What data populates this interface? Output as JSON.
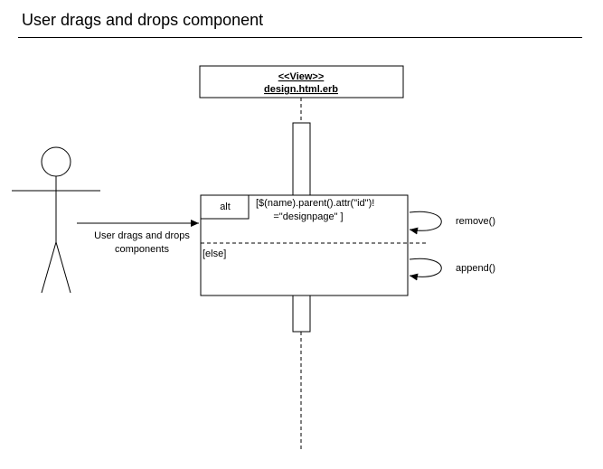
{
  "title": "User drags and drops component",
  "lifeline": {
    "stereotype": "<<View>>",
    "name": "design.html.erb"
  },
  "actor": {
    "message_line1": "User drags and drops",
    "message_line2": "components"
  },
  "fragment": {
    "operator": "alt",
    "guard_line1": "[$(name).parent().attr(\"id\")!",
    "guard_line2": "=\"designpage\" ]",
    "else_guard": "[else]"
  },
  "self_messages": {
    "first": "remove()",
    "second": "append()"
  }
}
